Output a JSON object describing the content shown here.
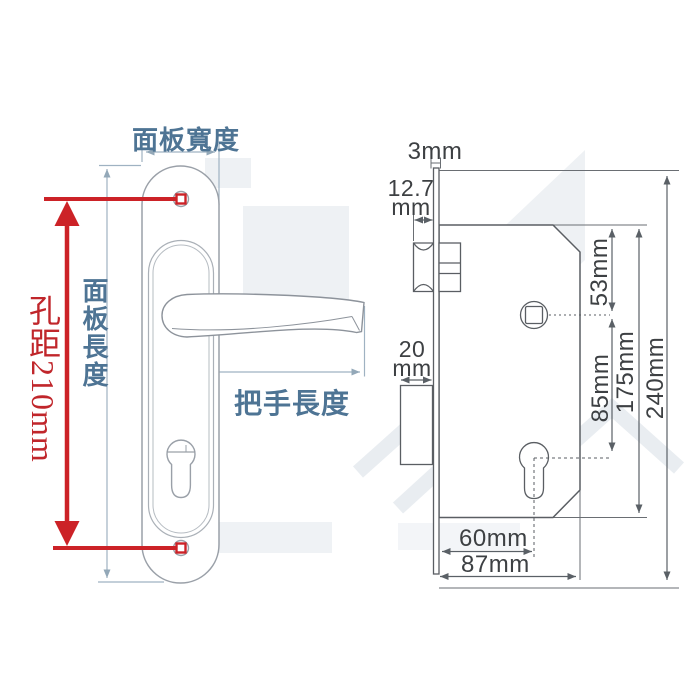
{
  "title": "door-lock-dimension-diagram",
  "colors": {
    "label_blue": "#4e7494",
    "dim_red": "#cc2227",
    "line_gray": "#5a5e63",
    "plate_gray": "#9aa0a8",
    "dim_blue_gray": "#9fb2c2",
    "number_dark": "#3d4043",
    "watermark": "#edf0f3"
  },
  "left_diagram": {
    "panel_width_label": "面板寬度",
    "panel_length_label": "面板長度",
    "handle_length_label": "把手長度",
    "hole_distance_label": "孔距210mm",
    "hole_distance_value_mm": 210
  },
  "right_diagram": {
    "faceplate_thickness": "3mm",
    "latch_width_line1": "12.7",
    "latch_width_line2": "mm",
    "bolt_width_line1": "20",
    "bolt_width_line2": "mm",
    "top_to_spindle": "53mm",
    "spindle_to_cylinder": "85mm",
    "case_height": "175mm",
    "faceplate_height": "240mm",
    "backset": "60mm",
    "case_depth": "87mm"
  }
}
